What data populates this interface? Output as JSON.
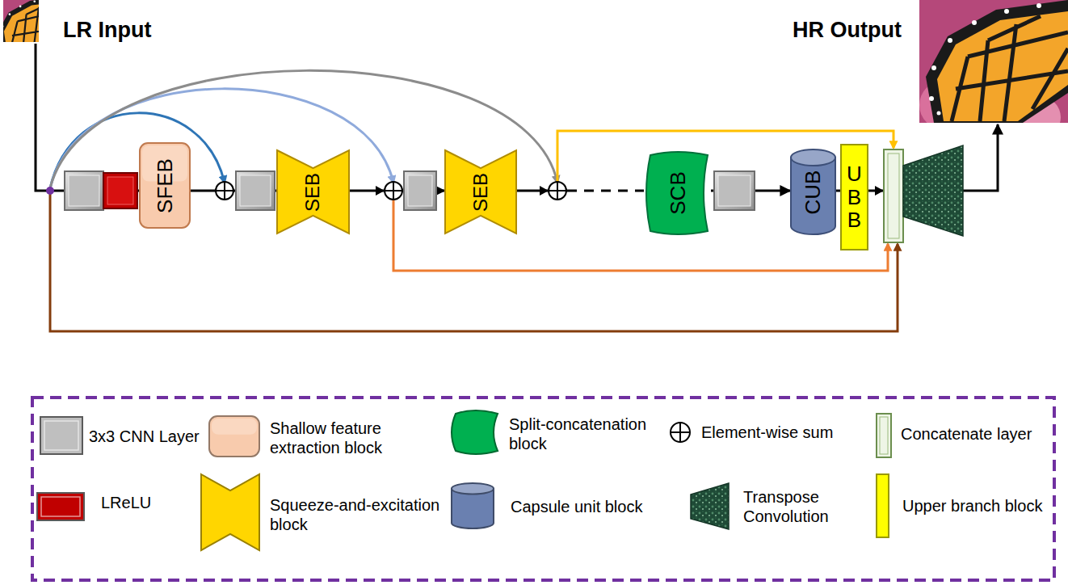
{
  "diagram": {
    "nodes": [
      {
        "text": [
          "LR Input"
        ]
      },
      {
        "text": [
          "SFEB"
        ]
      },
      {
        "text": [
          "SEB"
        ]
      },
      {
        "text": [
          "SEB"
        ]
      },
      {
        "text": [
          "SCB"
        ]
      },
      {
        "text": [
          "CUB"
        ]
      },
      {
        "text": [
          "UBB"
        ]
      },
      {
        "text": [
          "HR Output"
        ]
      }
    ],
    "edges": [
      {
        "from": 0,
        "to": 1,
        "arrow": "none"
      },
      {
        "from": 1,
        "to": 2,
        "arrow": "none"
      },
      {
        "from": 2,
        "to": 3,
        "arrow": "to"
      },
      {
        "from": 3,
        "to": 4,
        "arrow": "none"
      },
      {
        "from": 4,
        "to": 5,
        "arrow": "to"
      },
      {
        "from": 5,
        "to": 6,
        "arrow": "none"
      },
      {
        "from": 6,
        "to": 7,
        "arrow": "to"
      }
    ],
    "legend": [
      {
        "text": "3x3 CNN Layer",
        "color": "#bfbfbf"
      },
      {
        "text": "Shallow feature extraction block",
        "color": "#f8cbad"
      },
      {
        "text": "Split-concatenation block",
        "color": "#00b050"
      },
      {
        "text": "Element-wise sum"
      },
      {
        "text": "Concatenate layer",
        "color": "#eef5e6"
      },
      {
        "text": "LReLU",
        "color": "#c00000"
      },
      {
        "text": "Squeeze-and-excitation block",
        "color": "#ffd600"
      },
      {
        "text": "Capsule unit block",
        "color": "#6a80b0"
      },
      {
        "text": "Transpose Convolution"
      },
      {
        "text": "Upper branch block",
        "color": "#ffff00"
      }
    ]
  }
}
